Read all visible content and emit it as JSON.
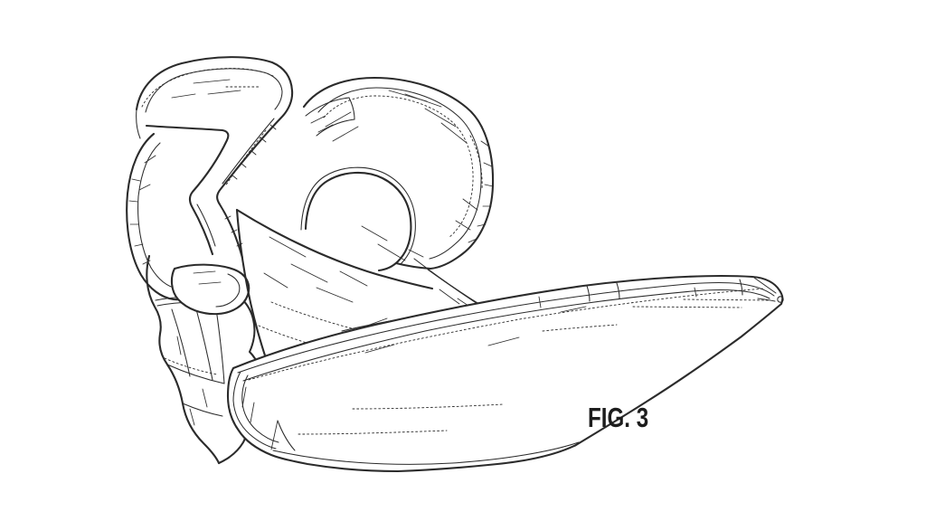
{
  "figure": {
    "label": "FIG. 3",
    "kind": "patent-line-drawing",
    "view": "perspective"
  },
  "drawing": {
    "parts": [
      "s-shaped-strap",
      "back-fold-lobe",
      "heel-loop-band",
      "support-column",
      "strap-end-cap",
      "center-wedge-panel",
      "swept-blade"
    ]
  },
  "colors": {
    "background": "#ffffff",
    "ink": "#2b2b2b"
  }
}
